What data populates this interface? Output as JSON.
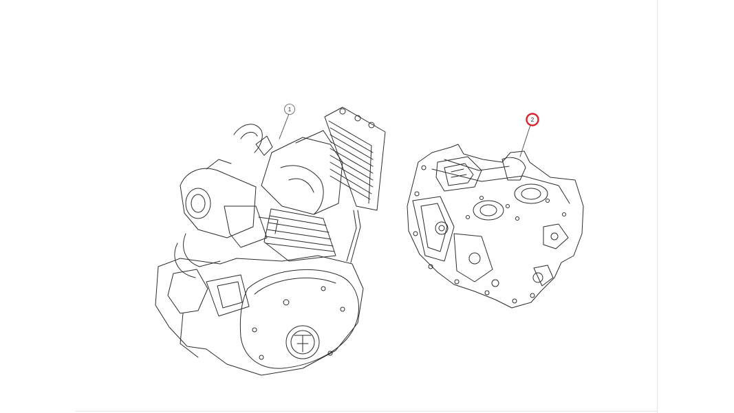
{
  "diagram": {
    "callouts": [
      {
        "id": "1",
        "label": "1",
        "highlighted": false
      },
      {
        "id": "2",
        "label": "2",
        "highlighted": true
      }
    ],
    "colors": {
      "line": "#2a2a2a",
      "highlight": "#d9232e",
      "background": "#ffffff",
      "frame": "#e4e4e4"
    },
    "icons": [
      "engine-assembly-drawing",
      "crankcase-drawing"
    ]
  }
}
